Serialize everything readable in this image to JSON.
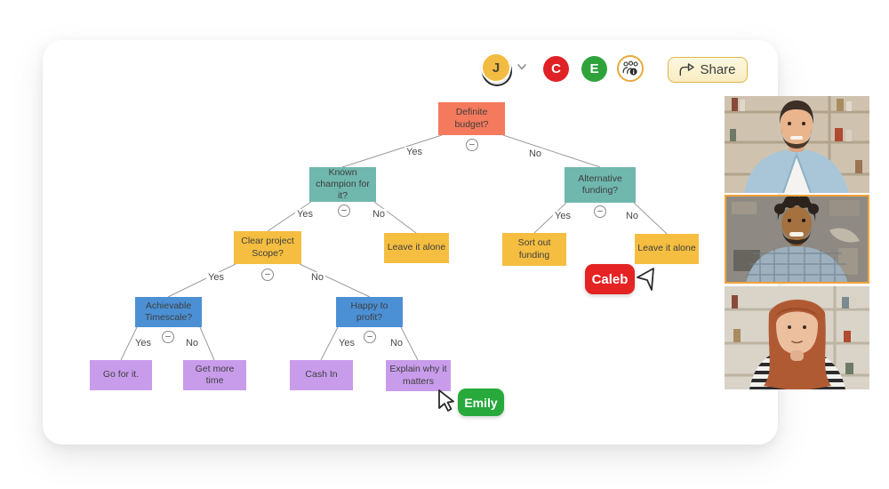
{
  "toolbar": {
    "user_avatar": {
      "initial": "J",
      "color": "#f2bc42"
    },
    "collaborators": [
      {
        "initial": "C",
        "color": "#e02126"
      },
      {
        "initial": "E",
        "color": "#2fa33b"
      }
    ],
    "participants_button": {
      "icon": "participants-info-icon",
      "ring_color": "#e8a93d"
    },
    "share_button": {
      "label": "Share",
      "icon": "share-icon"
    }
  },
  "tree": {
    "nodes": [
      {
        "label": "Definite budget?",
        "color": "#f5795c"
      },
      {
        "label": "Known champion for it?",
        "color": "#70b7ae"
      },
      {
        "label": "Alternative funding?",
        "color": "#70b7ae"
      },
      {
        "label": "Clear project Scope?",
        "color": "#f5be41"
      },
      {
        "label": "Leave it alone",
        "color": "#f5be41"
      },
      {
        "label": "Sort out funding",
        "color": "#f5be41"
      },
      {
        "label": "Leave it alone",
        "color": "#f5be41"
      },
      {
        "label": "Achievable Timescale?",
        "color": "#4b90d5"
      },
      {
        "label": "Happy to profit?",
        "color": "#4b90d5"
      },
      {
        "label": "Go for it.",
        "color": "#c89ceb"
      },
      {
        "label": "Get more time",
        "color": "#c89ceb"
      },
      {
        "label": "Cash In",
        "color": "#c89ceb"
      },
      {
        "label": "Explain why it matters",
        "color": "#c89ceb"
      }
    ],
    "edge_labels": [
      {
        "label": "Yes"
      },
      {
        "label": "No"
      },
      {
        "label": "Yes"
      },
      {
        "label": "No"
      },
      {
        "label": "Yes"
      },
      {
        "label": "No"
      },
      {
        "label": "Yes"
      },
      {
        "label": "No"
      },
      {
        "label": "Yes"
      },
      {
        "label": "No"
      },
      {
        "label": "Yes"
      },
      {
        "label": "No"
      }
    ],
    "collapse_glyph": "−"
  },
  "cursors": [
    {
      "name": "Caleb",
      "color": "#e52323"
    },
    {
      "name": "Emily",
      "color": "#27a93c"
    }
  ],
  "video_call": {
    "participant_count": 3,
    "active_tile_index": 1,
    "active_border_color": "#f2a33c"
  }
}
